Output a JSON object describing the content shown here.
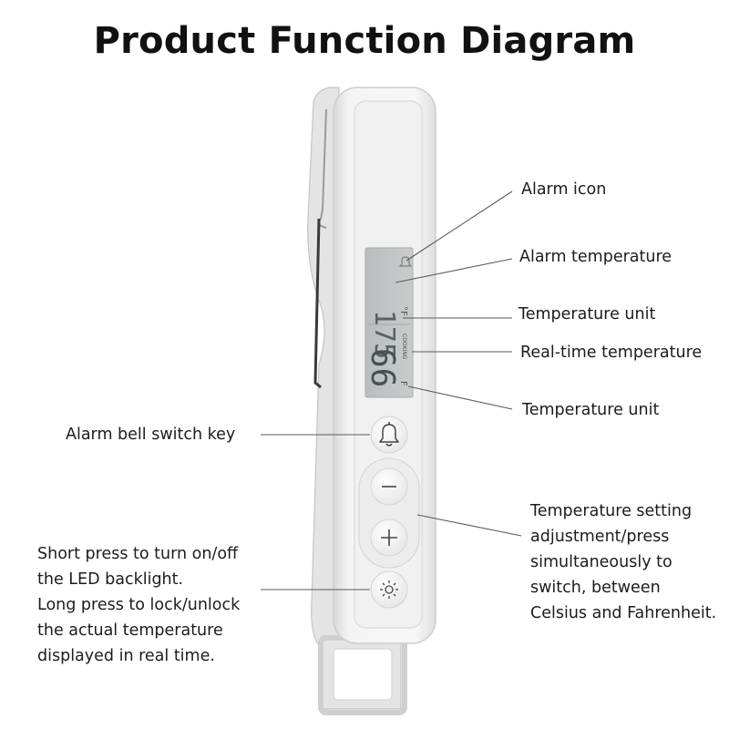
{
  "title": "Product Function Diagram",
  "display": {
    "alarm_temp_digits": "175",
    "real_temp_digits": "66",
    "unit_top": "°F",
    "unit_bottom": "F",
    "mode_label": "COOKING"
  },
  "labels": {
    "alarm_icon": "Alarm icon",
    "alarm_temperature": "Alarm temperature",
    "temperature_unit_1": "Temperature unit",
    "real_time_temperature": "Real-time temperature",
    "temperature_unit_2": "Temperature unit",
    "alarm_bell_switch_key": "Alarm bell switch key",
    "temp_setting": [
      "Temperature setting",
      "adjustment/press",
      "simultaneously to",
      "switch, between",
      "Celsius and Fahrenheit."
    ],
    "backlight": [
      "Short press to turn on/off",
      "the LED backlight.",
      "Long press to lock/unlock",
      "the actual temperature",
      "displayed in real time."
    ]
  }
}
